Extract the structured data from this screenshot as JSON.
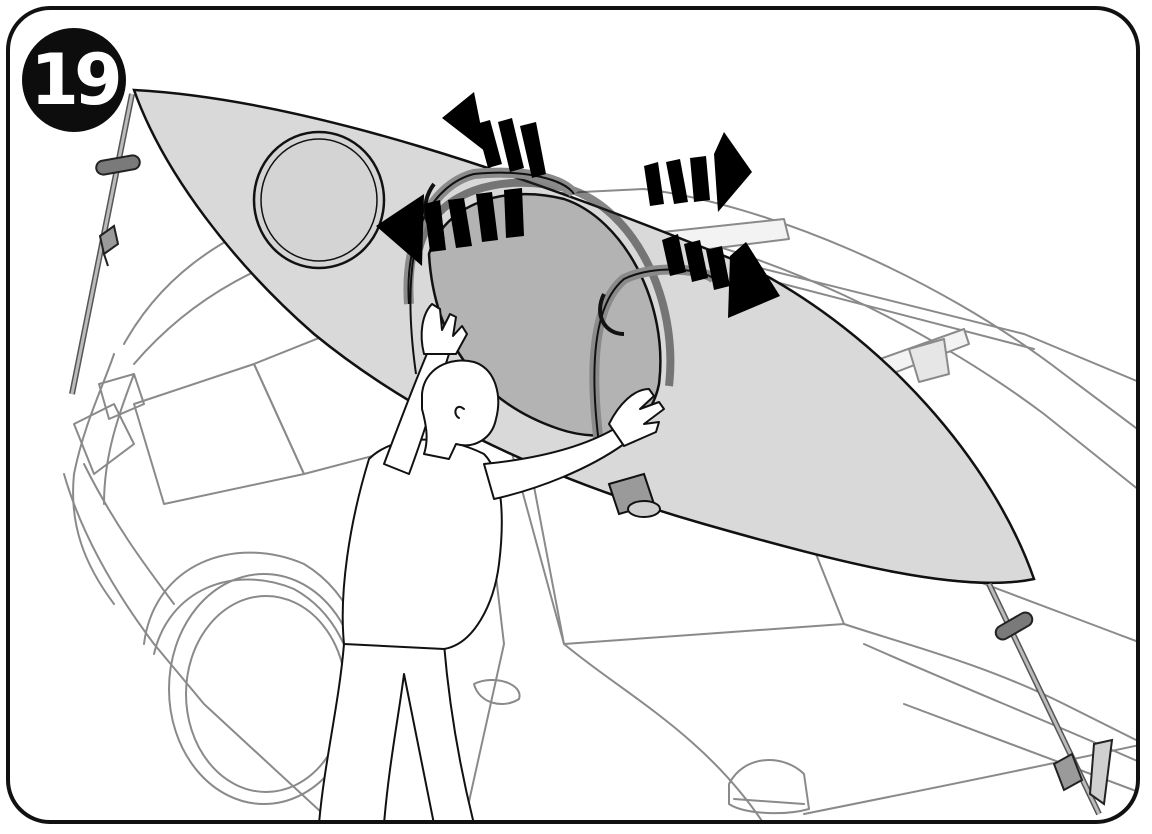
{
  "step": {
    "number": "19"
  },
  "colors": {
    "frame": "#111111",
    "kayak_hull": "#d9d9d9",
    "cockpit": "#b5b5b5",
    "car_lines": "#8a8a8a",
    "arrows": "#000000"
  },
  "icons": {
    "outward_arrow": "arrow-dashed-left",
    "inward_arrow": "arrow-dashed-right"
  }
}
